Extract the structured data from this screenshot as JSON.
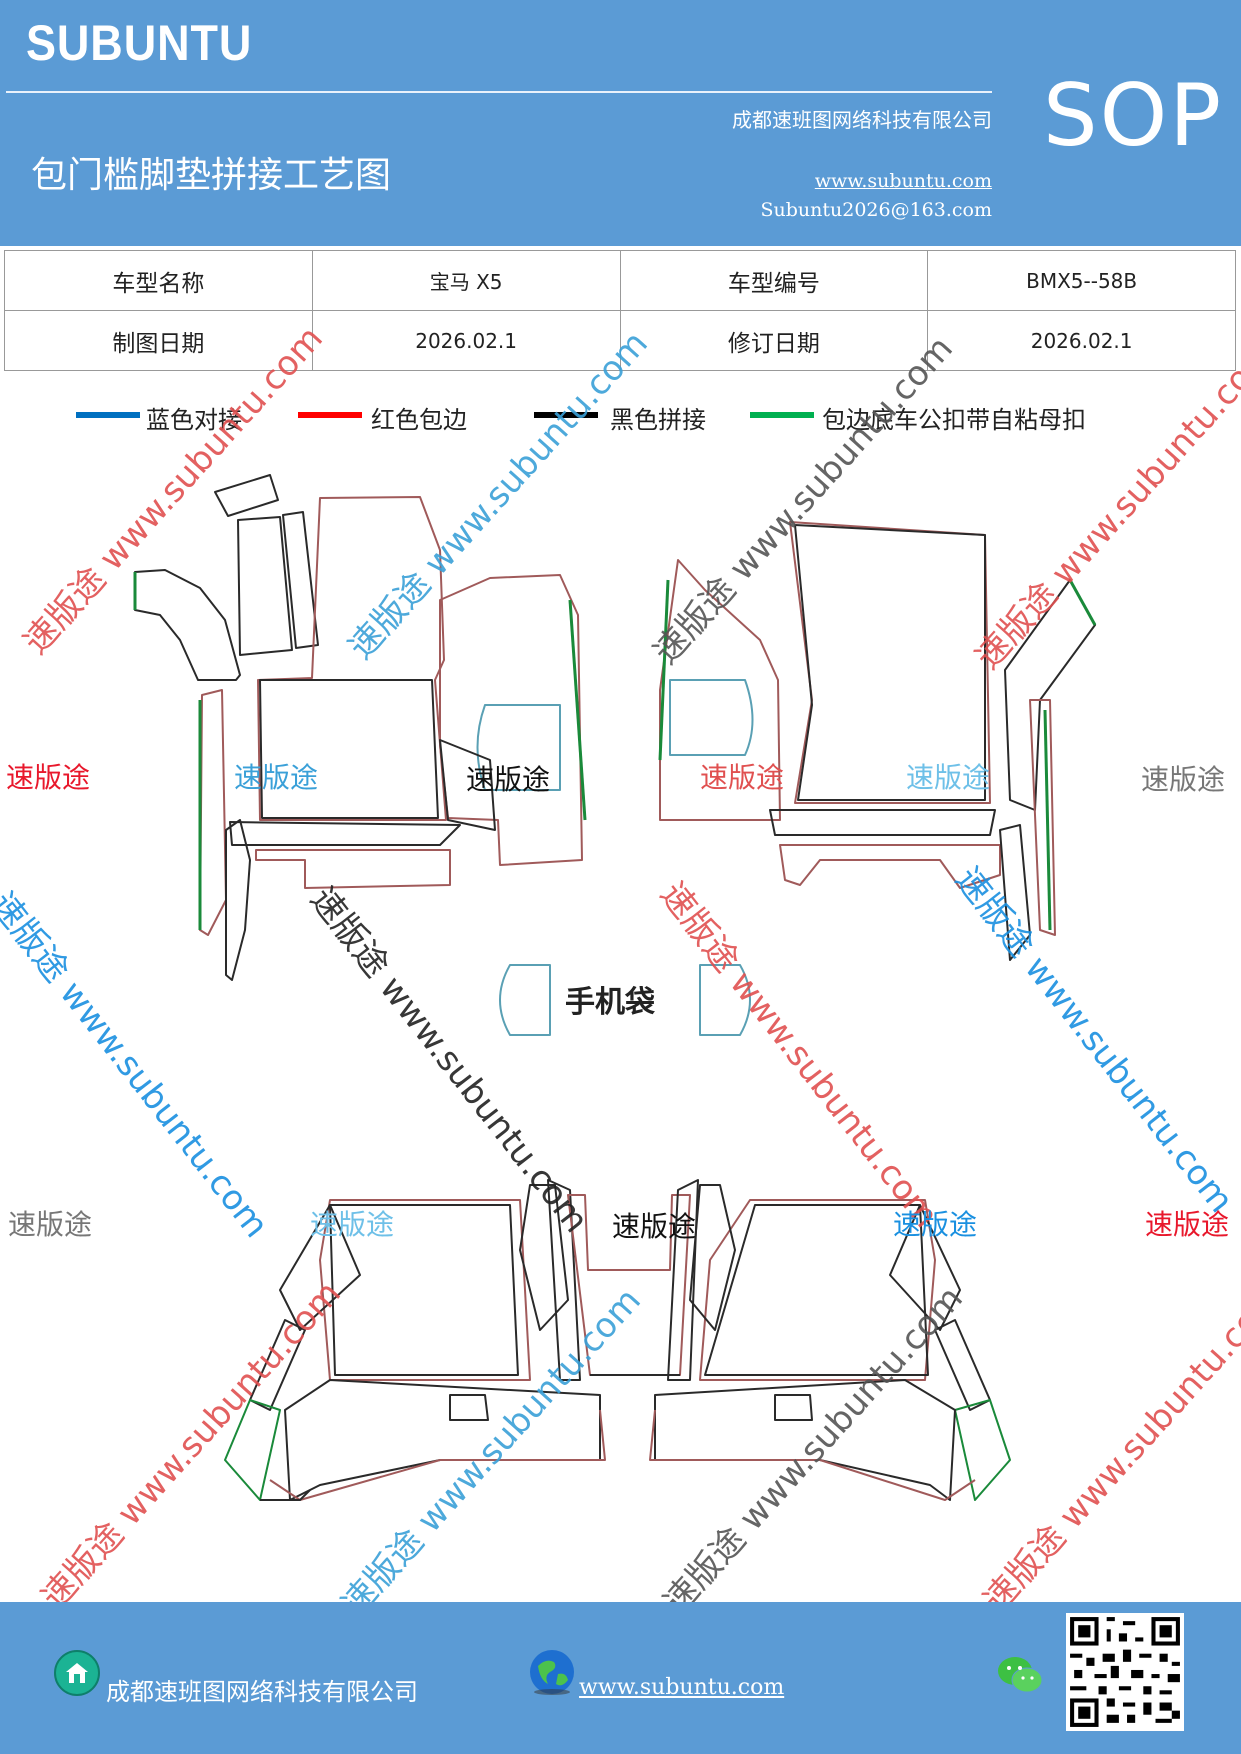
{
  "header": {
    "brand": "SUBUNTU",
    "company": "成都速班图网络科技有限公司",
    "title": "包门槛脚垫拼接工艺图",
    "website": "www.subuntu.com",
    "email": "Subuntu2026@163.com",
    "badge": "SOP"
  },
  "info_table": {
    "row1": [
      "车型名称",
      "宝马 X5",
      "车型编号",
      "BMX5--58B"
    ],
    "row2": [
      "制图日期",
      "2026.02.1",
      "修订日期",
      "2026.02.1"
    ]
  },
  "legend": [
    {
      "label": "蓝色对接",
      "color": "#0070c0"
    },
    {
      "label": "红色包边",
      "color": "#ff0000"
    },
    {
      "label": "黑色拼接",
      "color": "#000000"
    },
    {
      "label": "包边底车公扣带自粘母扣",
      "color": "#00b050"
    }
  ],
  "drawing": {
    "phone_bag_label": "手机袋",
    "watermark_word": "速版途",
    "watermark_diag": "速版途 www.subuntu.com"
  },
  "footer": {
    "company": "成都速班图网络科技有限公司",
    "website": "www.subuntu.com "
  },
  "colors": {
    "header_bg": "#5b9bd5",
    "outline_red": "#a05a5a",
    "outline_blue": "#5aa0b4",
    "outline_black": "#2a2a2a",
    "outline_green": "#1a8a3a"
  },
  "icons": [
    "home-icon",
    "globe-icon",
    "wechat-icon",
    "qr-code"
  ]
}
